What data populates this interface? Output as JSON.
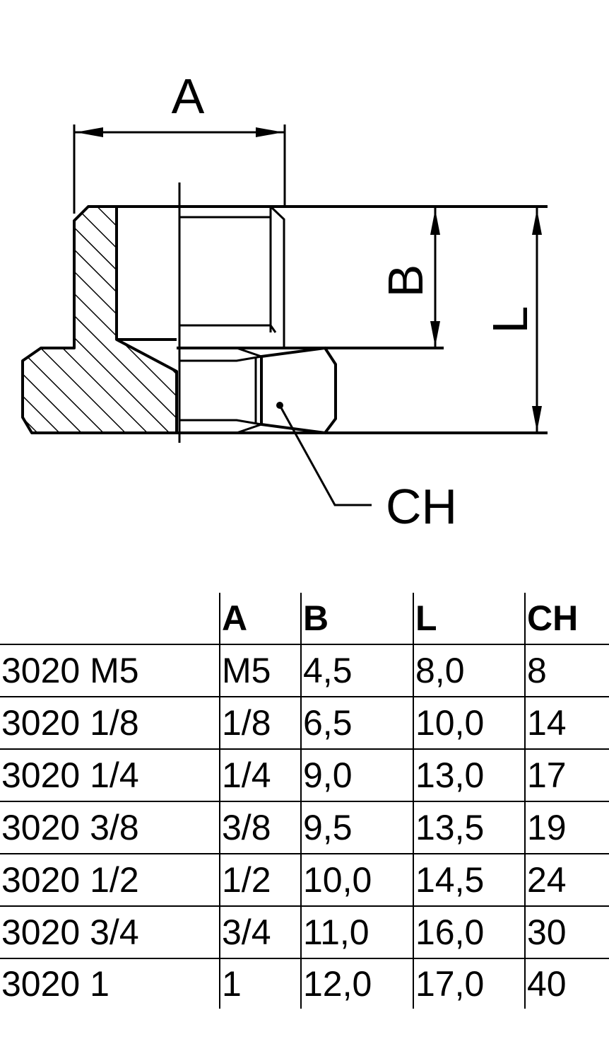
{
  "drawing": {
    "labels": {
      "a": "A",
      "b": "B",
      "l": "L",
      "ch": "CH"
    }
  },
  "table": {
    "headers": [
      "",
      "A",
      "B",
      "L",
      "CH"
    ],
    "rows": [
      [
        "3020 M5",
        "M5",
        "4,5",
        "8,0",
        "8"
      ],
      [
        "3020 1/8",
        "1/8",
        "6,5",
        "10,0",
        "14"
      ],
      [
        "3020 1/4",
        "1/4",
        "9,0",
        "13,0",
        "17"
      ],
      [
        "3020 3/8",
        "3/8",
        "9,5",
        "13,5",
        "19"
      ],
      [
        "3020 1/2",
        "1/2",
        "10,0",
        "14,5",
        "24"
      ],
      [
        "3020 3/4",
        "3/4",
        "11,0",
        "16,0",
        "30"
      ],
      [
        "3020 1",
        "1",
        "12,0",
        "17,0",
        "40"
      ]
    ]
  }
}
